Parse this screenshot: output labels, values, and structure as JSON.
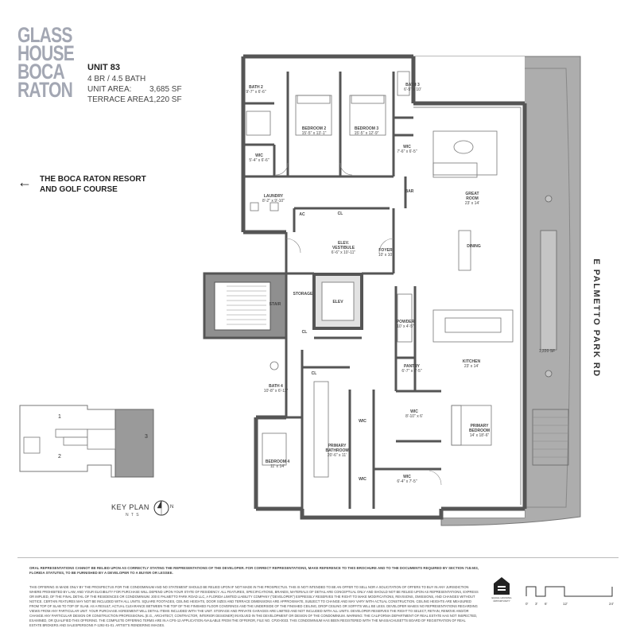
{
  "logo": {
    "lines": [
      "GLASS",
      "HOUSE",
      "BOCA",
      "RATON"
    ]
  },
  "unit": {
    "title": "UNIT 83",
    "beds_baths": "4 BR / 4.5 BATH",
    "unit_area_label": "UNIT AREA:",
    "unit_area_value": "3,685 SF",
    "terrace_area_label": "TERRACE AREA:",
    "terrace_area_value": "1,220 SF"
  },
  "resort": {
    "arrow": "←",
    "line1": "THE BOCA RATON RESORT",
    "line2": "AND GOLF COURSE"
  },
  "rooms": {
    "bath2": {
      "name": "BATH 2",
      "dim": "9'-7\" x 6'-6\""
    },
    "bedroom2": {
      "name": "BEDROOM 2",
      "dim": "15'-5\" x 13'-1\""
    },
    "bedroom3": {
      "name": "BEDROOM 3",
      "dim": "15'-5\" x 12'-9\""
    },
    "bath3": {
      "name": "BATH 3",
      "dim": "6'-5\" x 10'"
    },
    "wic_a": {
      "name": "WIC",
      "dim": "5'-4\" x 6'-6\""
    },
    "wic_b": {
      "name": "WIC",
      "dim": "7'-6\" x 6'-5\""
    },
    "laundry": {
      "name": "LAUNDRY",
      "dim": "8'-2\" x 9'-10\""
    },
    "ac": {
      "name": "AC",
      "dim": ""
    },
    "cl_a": {
      "name": "CL",
      "dim": ""
    },
    "bar": {
      "name": "BAR",
      "dim": ""
    },
    "great_room": {
      "name": "GREAT ROOM",
      "dim": "23' x 14'"
    },
    "elev_vestibule": {
      "name": "ELEV. VESTIBULE",
      "dim": "6'-6\" x 10'-11\""
    },
    "foyer": {
      "name": "FOYER",
      "dim": "10' x 10'"
    },
    "dining": {
      "name": "DINING",
      "dim": ""
    },
    "stair": {
      "name": "STAIR",
      "dim": ""
    },
    "storage": {
      "name": "STORAGE",
      "dim": ""
    },
    "elev": {
      "name": "ELEV",
      "dim": ""
    },
    "powder": {
      "name": "POWDER",
      "dim": "10' x 4'-5\""
    },
    "cl_b": {
      "name": "CL",
      "dim": ""
    },
    "pantry": {
      "name": "PANTRY",
      "dim": "6'-7\" x 6'-5\""
    },
    "kitchen": {
      "name": "KITCHEN",
      "dim": "23' x 14'"
    },
    "terrace": {
      "name": "",
      "dim": "1,220 SF"
    },
    "cl_c": {
      "name": "CL",
      "dim": ""
    },
    "bath4": {
      "name": "BATH 4",
      "dim": "10'-8\" x 6'-11\""
    },
    "wic_c": {
      "name": "WIC",
      "dim": ""
    },
    "wic_d": {
      "name": "WIC",
      "dim": "8'-10\" x 6'"
    },
    "primary_bedroom": {
      "name": "PRIMARY BEDROOM",
      "dim": "14' x 18'-6\""
    },
    "primary_bathroom": {
      "name": "PRIMARY BATHROOM",
      "dim": "20'-6\" x 11'"
    },
    "bedroom4": {
      "name": "BEDROOM 4",
      "dim": "11' x 14'"
    },
    "wic_e": {
      "name": "WIC",
      "dim": ""
    },
    "wic_f": {
      "name": "WIC",
      "dim": "6'-4\" x 7'-5\""
    }
  },
  "street": "E PALMETTO PARK RD",
  "key_plan": {
    "label": "KEY PLAN",
    "nts": "N T S",
    "north": "N",
    "units": [
      "1",
      "2",
      "3"
    ]
  },
  "disclaimer": {
    "bold": "ORAL REPRESENTATIONS CANNOT BE RELIED UPON AS CORRECTLY STATING THE REPRESENTATIONS OF THE DEVELOPER. FOR CORRECT REPRESENTATIONS, MAKE REFERENCE TO THIS BROCHURE AND TO THE DOCUMENTS REQUIRED BY SECTION 718.503, FLORIDA STATUTES, TO BE FURNISHED BY A DEVELOPER TO A BUYER OR LESSEE.",
    "fine": "THIS OFFERING IS MADE ONLY BY THE PROSPECTUS FOR THE CONDOMINIUM AND NO STATEMENT SHOULD BE RELIED UPON IF NOT MADE IN THE PROSPECTUS. THIS IS NOT INTENDED TO BE AN OFFER TO SELL NOR A SOLICITATION OF OFFERS TO BUY IN ANY JURISDICTION WHERE PROHIBITED BY LAW, AND YOUR ELIGIBILITY FOR PURCHASE WILL DEPEND UPON YOUR STATE OF RESIDENCY. ALL FEATURES, SPECIFICATIONS, BRANDS, MATERIALS OF DETAIL ARE CONCEPTUAL ONLY AND SHOULD NOT BE RELIED UPON AS REPRESENTATIONS, EXPRESS OR IMPLIED, OF THE FINAL DETAIL OF THE RESIDENCES OR CONDOMINIUM. 200 E PALMETTO PARK ROAD LLC, A FLORIDA LIMITED LIABILITY COMPANY (\"DEVELOPER\") EXPRESSLY RESERVES THE RIGHT TO MAKE MODIFICATIONS, REVISIONS, OMISSIONS, AND CHANGES WITHOUT NOTICE. CERTAIN FEATURES MAY NOT BE INCLUDED WITH ALL UNITS. SQUARE FOOTAGES, CEILING HEIGHTS, DOOR SIZES AND TERRACE DIMENSIONS ARE APPROXIMATE, SUBJECT TO CHANGE AND MAY VARY WITH ACTUAL CONSTRUCTION. CEILING HEIGHTS ARE MEASURED FROM TOP OF SLAB TO TOP OF SLAB. AS A RESULT, ACTUAL CLEARANCE BETWEEN THE TOP OF THE FINISHED FLOOR COVERINGS AND THE UNDERSIDE OF THE FINISHED CEILING, DROP CEILING OR SOFFITS WILL BE LESS. DEVELOPER MAKES NO REPRESENTATIONS REGARDING VIEWS FROM ANY PARTICULAR UNIT. YOUR PURCHASE AGREEMENT WILL DETAIL ITEMS INCLUDED WITH THE UNIT. STORAGE AND PRIVATE GARAGES ARE LIMITED AND NOT INCLUDED WITH ALL UNITS. DEVELOPER RESERVES THE RIGHT TO SELECT, RETAIN, REMOVE AND/OR CHANGE ANY PARTICULAR DESIGN OR CONSTRUCTION PROFESSIONAL (E.G., ARCHITECT, CONTRACTOR, INTERIOR DESIGNER) INVOLVED IN THE DEVELOPMENT OR DESIGN OF THE CONDOMINIUM. WARNING: THE CALIFORNIA DEPARTMENT OF REAL ESTATE HAS NOT INSPECTED, EXAMINED, OR QUALIFIED THIS OFFERING. THE COMPLETE OFFERING TERMS ARE IN A CPS-12 APPLICATION AVAILABLE FROM THE OFFEROR, FILE NO. CP20-0033. THIS CONDOMINIUM HAS BEEN REGISTERED WITH THE MASSACHUSETTS BOARD OF REGISTRATION OF REAL ESTATE BROKERS AND SALESPERSONS F-1292-01-01. ARTIST'S RENDERING IMAGES."
  },
  "badge": {
    "text": "EQUAL HOUSING OPPORTUNITY"
  },
  "scale": {
    "ticks": [
      "0'",
      "3'",
      "6'",
      "12'",
      "24'"
    ]
  }
}
